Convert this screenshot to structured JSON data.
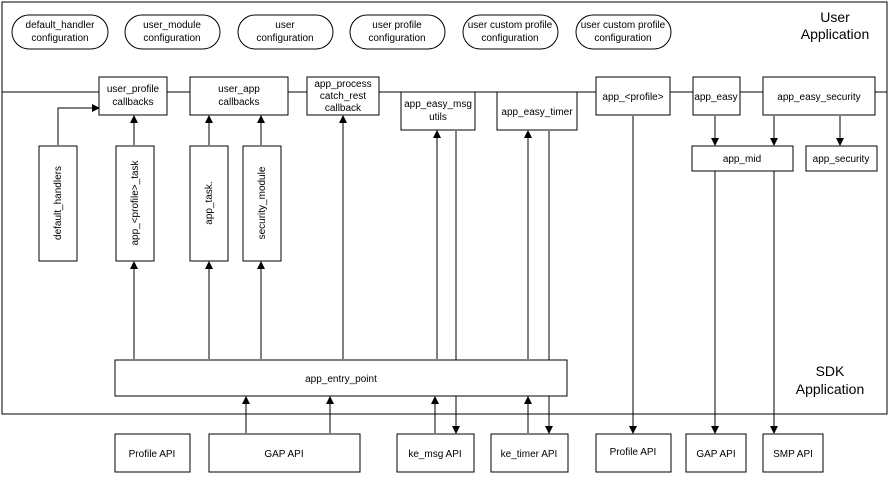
{
  "regions": {
    "user_application": "User\nApplication",
    "sdk_application": "SDK\nApplication"
  },
  "configs": [
    "default_handler\nconfiguration",
    "user_module\nconfiguration",
    "user\nconfiguration",
    "user profile\nconfiguration",
    "user custom profile\nconfiguration",
    "user custom profile\nconfiguration"
  ],
  "user_boxes": {
    "user_profile_callbacks": "user_profile\ncallbacks",
    "user_app_callbacks": "user_app\ncallbacks",
    "app_process_catch_rest": "app_process\ncatch_rest\ncallback",
    "app_easy_msg_utils": "app_easy_msg\nutils",
    "app_easy_timer": "app_easy_timer",
    "app_profile": "app_<profile>",
    "app_easy": "app_easy",
    "app_easy_security": "app_easy_security",
    "app_mid": "app_mid",
    "app_security": "app_security"
  },
  "sdk_boxes": {
    "default_handlers": "default_handlers",
    "app_profile_task": "app_<profile>_task",
    "app_task": "app_task.",
    "security_module": "security_module",
    "app_entry_point": "app_entry_point"
  },
  "apis": {
    "profile_api_1": "Profile API",
    "gap_api_1": "GAP API",
    "ke_msg_api": "ke_msg API",
    "ke_timer_api": "ke_timer API",
    "profile_api_2": "Profile API",
    "gap_api_2": "GAP API",
    "smp_api": "SMP API"
  }
}
